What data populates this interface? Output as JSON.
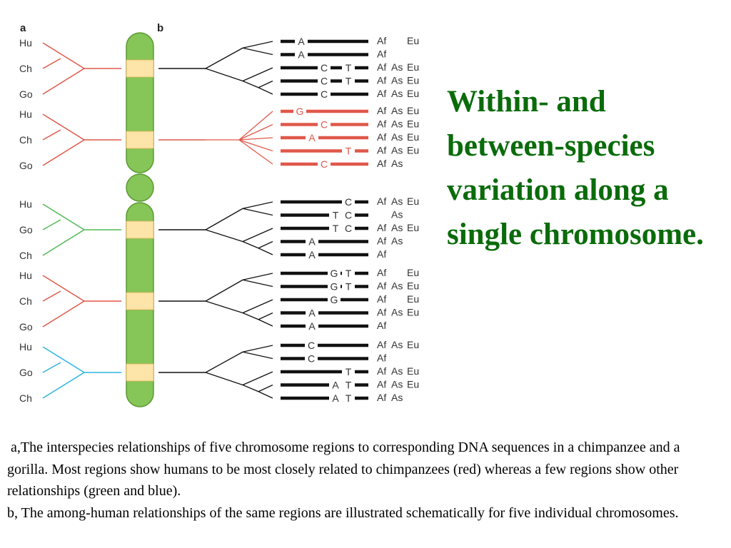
{
  "slide": {
    "title": "Within- and between-species variation along a single chromosome.",
    "caption_a": " a,The interspecies relationships of five chromosome regions to corresponding DNA sequences in a chimpanzee and a gorilla. Most regions show humans to be most closely related to chimpanzees (red) whereas a few regions show other relationships (green and blue).",
    "caption_b": "b, The among-human relationships of the same regions are illustrated schematically for five individual chromosomes."
  },
  "figure": {
    "panel_a_label": "a",
    "panel_b_label": "b",
    "colors": {
      "red": "#e0584a",
      "green": "#4fba55",
      "blue": "#2cb5df",
      "black": "#111111",
      "chromosome": "#86c557",
      "band": "#fde4a8"
    },
    "regions": [
      {
        "species": [
          "Hu",
          "Ch",
          "Go"
        ],
        "color": "red",
        "rows": [
          {
            "bases": [
              {
                "letter": "A",
                "pos": 1
              }
            ],
            "pops": [
              "Af",
              "",
              "Eu"
            ]
          },
          {
            "bases": [
              {
                "letter": "A",
                "pos": 1
              }
            ],
            "pops": [
              "Af",
              "",
              ""
            ]
          },
          {
            "bases": [
              {
                "letter": "C",
                "pos": 2
              },
              {
                "letter": "T",
                "pos": 3
              }
            ],
            "pops": [
              "Af",
              "As",
              "Eu"
            ]
          },
          {
            "bases": [
              {
                "letter": "C",
                "pos": 2
              },
              {
                "letter": "T",
                "pos": 3
              }
            ],
            "pops": [
              "Af",
              "As",
              "Eu"
            ]
          },
          {
            "bases": [
              {
                "letter": "C",
                "pos": 2
              }
            ],
            "pops": [
              "Af",
              "As",
              "Eu"
            ]
          }
        ]
      },
      {
        "species": [
          "Hu",
          "Ch",
          "Go"
        ],
        "color": "red",
        "rows": [
          {
            "bases": [
              {
                "letter": "G",
                "pos": 0
              }
            ],
            "pops": [
              "Af",
              "As",
              "Eu"
            ]
          },
          {
            "bases": [
              {
                "letter": "C",
                "pos": 2
              }
            ],
            "pops": [
              "Af",
              "As",
              "Eu"
            ]
          },
          {
            "bases": [
              {
                "letter": "A",
                "pos": 1
              }
            ],
            "pops": [
              "Af",
              "As",
              "Eu"
            ]
          },
          {
            "bases": [
              {
                "letter": "T",
                "pos": 3
              }
            ],
            "pops": [
              "Af",
              "As",
              "Eu"
            ]
          },
          {
            "bases": [
              {
                "letter": "C",
                "pos": 2
              }
            ],
            "pops": [
              "Af",
              "As",
              ""
            ]
          }
        ]
      },
      {
        "species": [
          "Hu",
          "Go",
          "Ch"
        ],
        "color": "green",
        "rows": [
          {
            "bases": [
              {
                "letter": "C",
                "pos": 4
              }
            ],
            "pops": [
              "Af",
              "As",
              "Eu"
            ]
          },
          {
            "bases": [
              {
                "letter": "T",
                "pos": 3
              },
              {
                "letter": "C",
                "pos": 4
              }
            ],
            "pops": [
              "",
              "As",
              ""
            ]
          },
          {
            "bases": [
              {
                "letter": "T",
                "pos": 3
              },
              {
                "letter": "C",
                "pos": 4
              }
            ],
            "pops": [
              "Af",
              "As",
              "Eu"
            ]
          },
          {
            "bases": [
              {
                "letter": "A",
                "pos": 1
              }
            ],
            "pops": [
              "Af",
              "As",
              ""
            ]
          },
          {
            "bases": [
              {
                "letter": "A",
                "pos": 1
              }
            ],
            "pops": [
              "Af",
              "",
              ""
            ]
          }
        ]
      },
      {
        "species": [
          "Hu",
          "Ch",
          "Go"
        ],
        "color": "red",
        "rows": [
          {
            "bases": [
              {
                "letter": "G",
                "pos": 3
              },
              {
                "letter": "T",
                "pos": 4
              }
            ],
            "pops": [
              "Af",
              "",
              "Eu"
            ]
          },
          {
            "bases": [
              {
                "letter": "G",
                "pos": 3
              },
              {
                "letter": "T",
                "pos": 4
              }
            ],
            "pops": [
              "Af",
              "As",
              "Eu"
            ]
          },
          {
            "bases": [
              {
                "letter": "G",
                "pos": 3
              }
            ],
            "pops": [
              "Af",
              "",
              "Eu"
            ]
          },
          {
            "bases": [
              {
                "letter": "A",
                "pos": 1
              }
            ],
            "pops": [
              "Af",
              "As",
              "Eu"
            ]
          },
          {
            "bases": [
              {
                "letter": "A",
                "pos": 1
              }
            ],
            "pops": [
              "Af",
              "",
              ""
            ]
          }
        ]
      },
      {
        "species": [
          "Hu",
          "Go",
          "Ch"
        ],
        "color": "blue",
        "rows": [
          {
            "bases": [
              {
                "letter": "C",
                "pos": 1
              }
            ],
            "pops": [
              "Af",
              "As",
              "Eu"
            ]
          },
          {
            "bases": [
              {
                "letter": "C",
                "pos": 1
              }
            ],
            "pops": [
              "Af",
              "",
              ""
            ]
          },
          {
            "bases": [
              {
                "letter": "T",
                "pos": 3
              }
            ],
            "pops": [
              "Af",
              "As",
              "Eu"
            ]
          },
          {
            "bases": [
              {
                "letter": "A",
                "pos": 2
              },
              {
                "letter": "T",
                "pos": 3
              }
            ],
            "pops": [
              "Af",
              "As",
              "Eu"
            ]
          },
          {
            "bases": [
              {
                "letter": "A",
                "pos": 2
              },
              {
                "letter": "T",
                "pos": 3
              }
            ],
            "pops": [
              "Af",
              "As",
              ""
            ]
          }
        ]
      }
    ]
  }
}
